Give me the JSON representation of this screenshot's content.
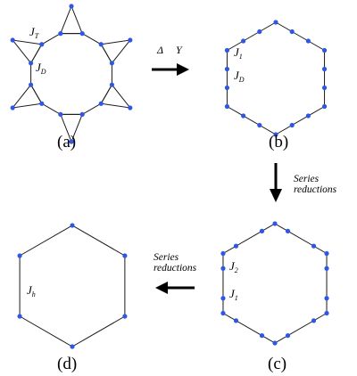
{
  "panels": {
    "a": {
      "label": "(a)",
      "coupling_t": "J",
      "coupling_t_sub": "T",
      "coupling_d": "J",
      "coupling_d_sub": "D"
    },
    "b": {
      "label": "(b)",
      "coupling_1": "J",
      "coupling_1_sub": "1",
      "coupling_d": "J",
      "coupling_d_sub": "D"
    },
    "c": {
      "label": "(c)",
      "coupling_2": "J",
      "coupling_2_sub": "2",
      "coupling_1": "J",
      "coupling_1_sub": "1"
    },
    "d": {
      "label": "(d)",
      "coupling_h": "J",
      "coupling_h_sub": "h"
    }
  },
  "arrows": {
    "a_to_b": {
      "left": "Δ",
      "right": "Y"
    },
    "b_to_c": {
      "line1": "Series",
      "line2": "reductions"
    },
    "c_to_d": {
      "line1": "Series",
      "line2": "reductions"
    }
  },
  "colors": {
    "node": "#2f57e6",
    "edge": "#1a1a1a"
  }
}
